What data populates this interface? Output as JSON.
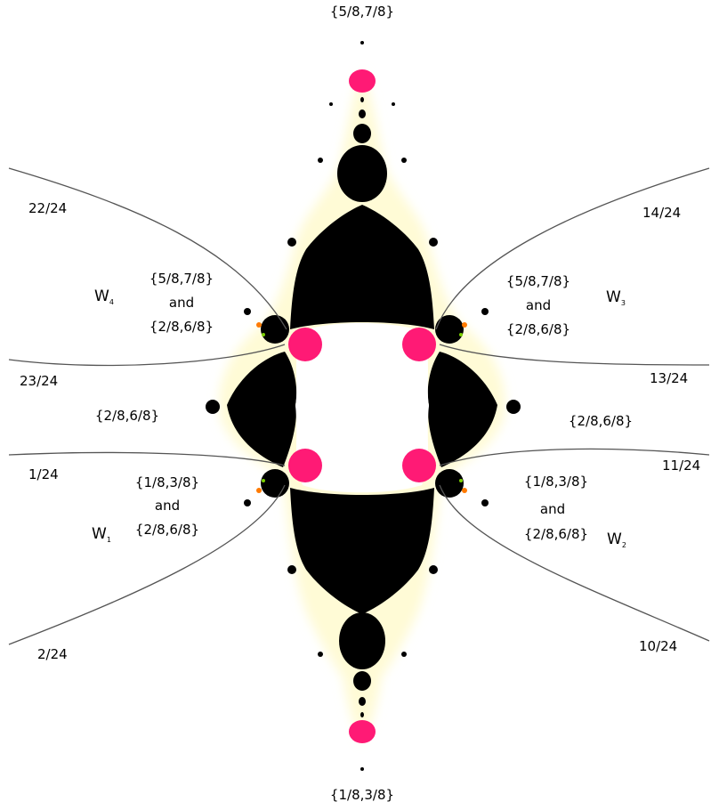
{
  "colors": {
    "set": "#000000",
    "hyperbolic": "#ff1a75",
    "halo": "#fffbd6",
    "ray": "#555555"
  },
  "labels": {
    "top": "{5/8,7/8}",
    "bottom": "{1/8,3/8}",
    "r_22_24": "22/24",
    "r_23_24": "23/24",
    "r_1_24": "1/24",
    "r_2_24": "2/24",
    "r_14_24": "14/24",
    "r_13_24": "13/24",
    "r_11_24": "11/24",
    "r_10_24": "10/24",
    "w4": {
      "letter": "W",
      "sub": "4"
    },
    "w3": {
      "letter": "W",
      "sub": "3"
    },
    "w1": {
      "letter": "W",
      "sub": "1"
    },
    "w2": {
      "letter": "W",
      "sub": "2"
    },
    "ul_line1": "{5/8,7/8}",
    "ul_line2": "and",
    "ul_line3": "{2/8,6/8}",
    "ur_line1": "{5/8,7/8}",
    "ur_line2": "and",
    "ur_line3": "{2/8,6/8}",
    "ml": "{2/8,6/8}",
    "mr": "{2/8,6/8}",
    "ll_line1": "{1/8,3/8}",
    "ll_line2": "and",
    "ll_line3": "{2/8,6/8}",
    "lr_line1": "{1/8,3/8}",
    "lr_line2": "and",
    "lr_line3": "{2/8,6/8}"
  }
}
